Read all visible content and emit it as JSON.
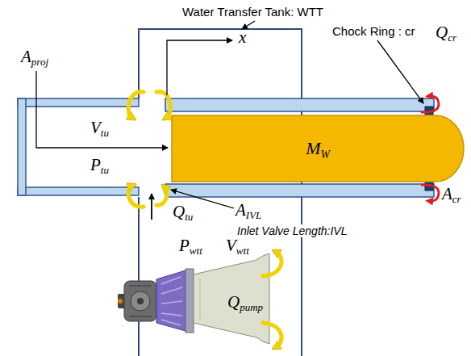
{
  "diagram": {
    "nodes": [
      {
        "text": [
          "MW"
        ]
      }
    ],
    "labels": [
      "Water Transfer Tank: WTT",
      "Aproj",
      "Vtu",
      "Ptu",
      "x",
      "Chock Ring : cr",
      "Qcr",
      "Acr",
      "Qtu",
      "AIVL",
      "Inlet Valve Length:IVL",
      "Pwtt",
      "Vwtt",
      "Qpump"
    ]
  }
}
